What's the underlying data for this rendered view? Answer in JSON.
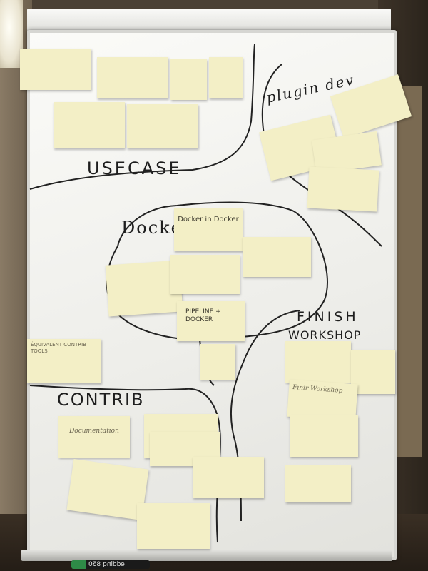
{
  "section_titles": {
    "usecase": "USECASE",
    "plugin_dev": "plugin dev",
    "docker": "Docker",
    "finish_workshop_1": "FINISH",
    "finish_workshop_2": "WORKSHOP",
    "contrib": "CONTRIB"
  },
  "notes": {
    "docker_in_docker": "Docker in Docker",
    "pipeline_docker": "PIPELINE + DOCKER",
    "contrib_tools": "ÉQUIVALENT CONTRIB TOOLS",
    "documentation": "Documentation",
    "finish_workshop_note": "Finir Workshop"
  },
  "marker_brand": "edding 850",
  "colors": {
    "board": "#f4f4f1",
    "sticky_note": "#f3efc6",
    "ink": "#1e1e1e",
    "pencil_ink": "#6b6550"
  }
}
